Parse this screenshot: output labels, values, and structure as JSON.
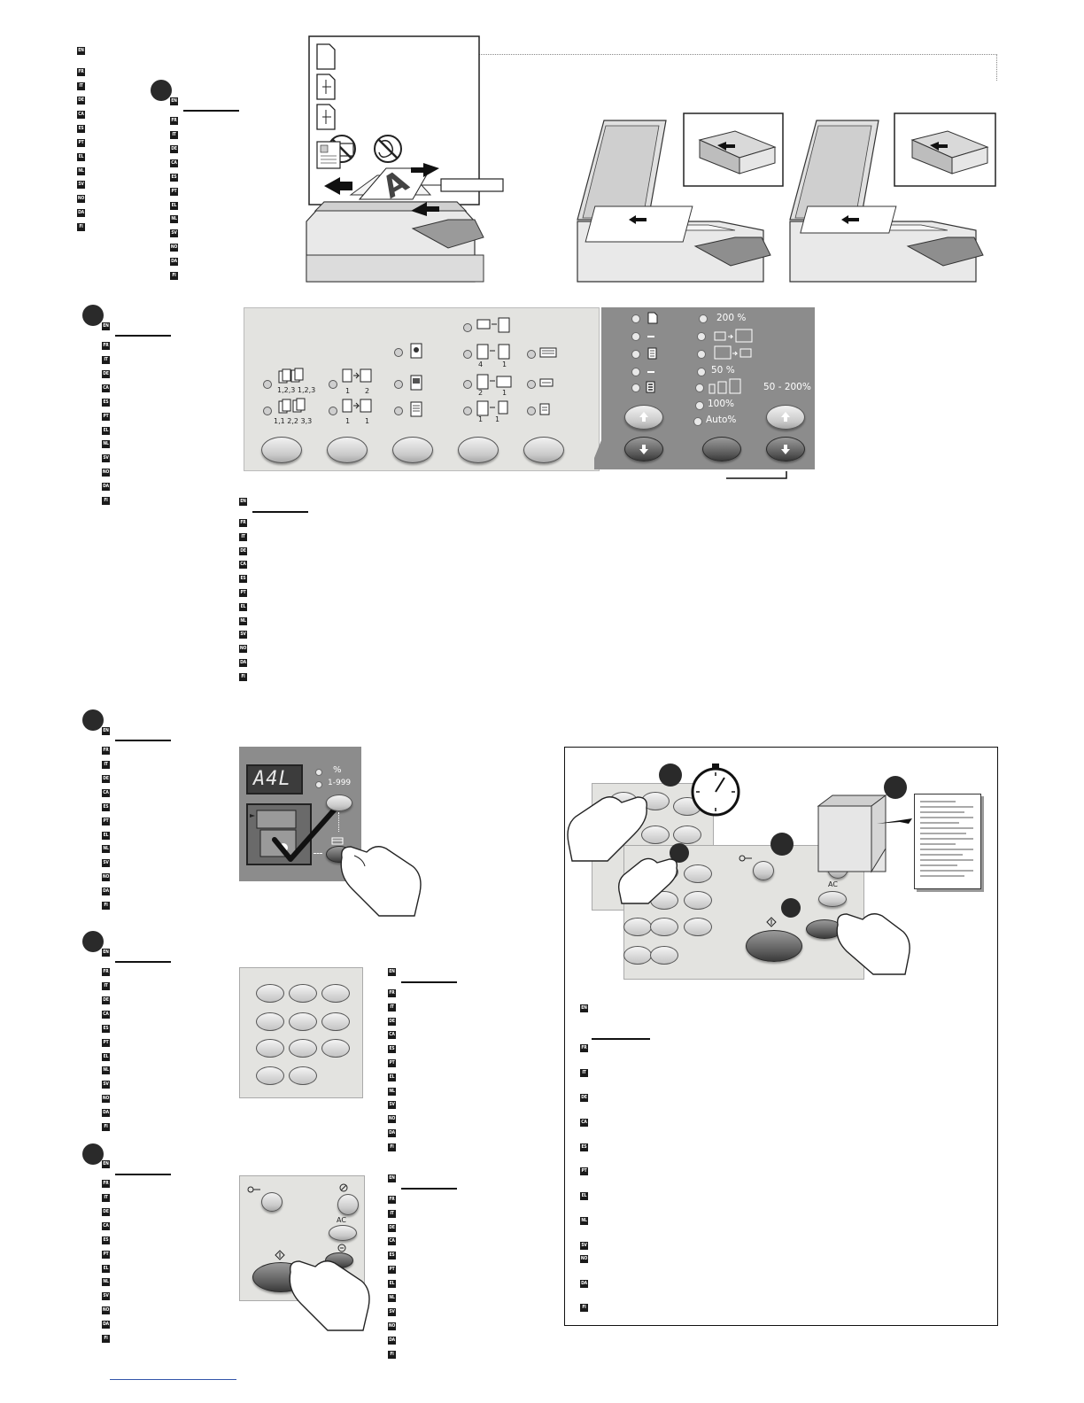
{
  "languages": [
    "EN",
    "FR",
    "IT",
    "DE",
    "CA",
    "ES",
    "PT",
    "EL",
    "NL",
    "SV",
    "NO",
    "DA",
    "FI"
  ],
  "control_panel": {
    "reduce_enlarge": {
      "preset_200": "200 %",
      "preset_50": "50 %",
      "preset_100": "100%",
      "preset_auto": "Auto%",
      "range": "50 - 200%"
    },
    "collation": {
      "collated": "1,2,3  1,2,3",
      "uncollated": "1,1  2,2  3,3"
    },
    "duplex_labels": {
      "a_left": "1",
      "a_right": "2",
      "b_left": "1",
      "b_right": "1"
    },
    "nup_labels": {
      "four_left": "4",
      "four_right": "1",
      "two_left": "2",
      "two_right": "1",
      "one_left": "1",
      "one_right": "1"
    }
  },
  "display_panel": {
    "lcd": "A4L",
    "indicator_percent": "%",
    "indicator_quantity": "1-999"
  },
  "start_panel": {
    "ac_label": "AC"
  },
  "interrupt_panel": {
    "ac_label": "AC"
  }
}
